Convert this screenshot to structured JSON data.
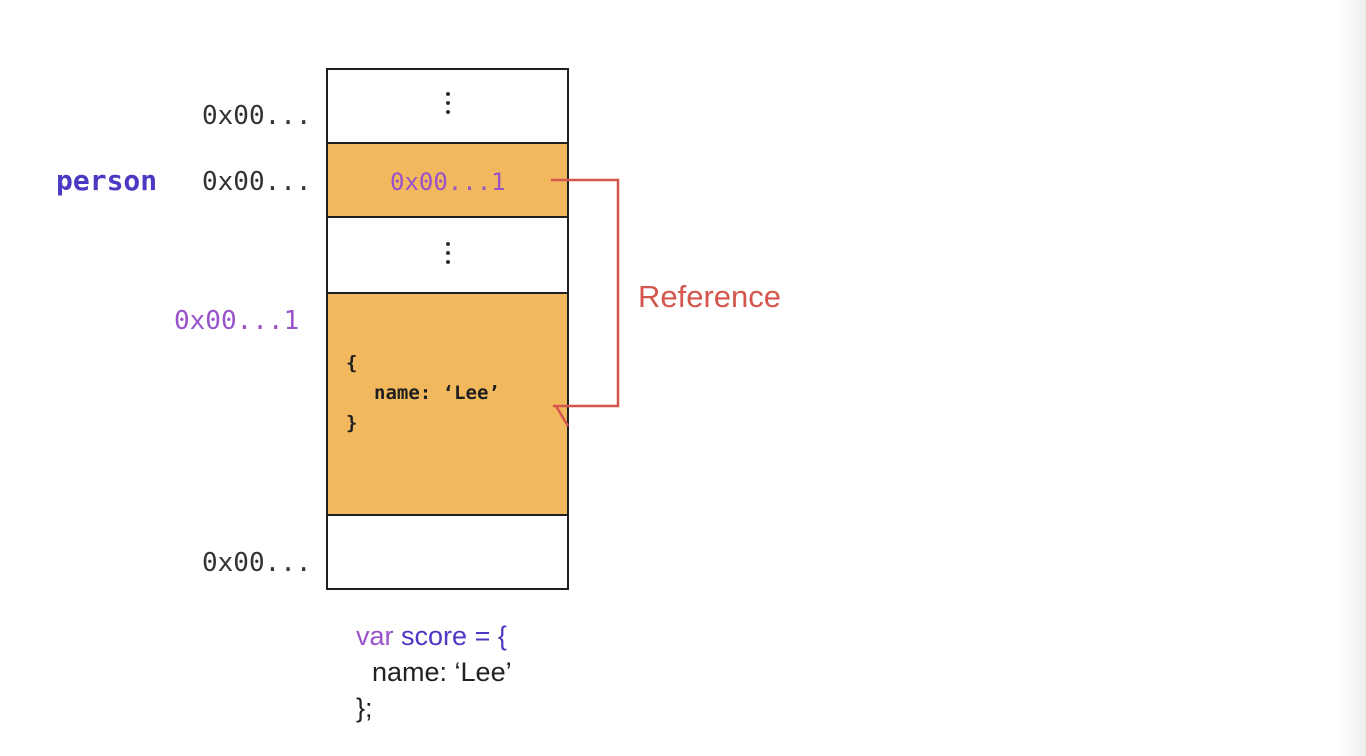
{
  "memory": {
    "addresses": {
      "top": "0x00...",
      "person": "0x00...",
      "object": "0x00...1",
      "bottom": "0x00..."
    },
    "variable_name": "person",
    "person_cell_value": "0x00...1",
    "object_literal": {
      "open": "{",
      "body": "name: ‘Lee’",
      "close": "}"
    }
  },
  "reference_label": "Reference",
  "code_snippet": {
    "keyword": "var",
    "identifier": "score",
    "assign": "= {",
    "line2": "name: ‘Lee’",
    "line3": "};"
  },
  "colors": {
    "cell_fill": "#f2b85d",
    "address_purple": "#9a52c9",
    "variable_blue": "#4b39c4",
    "reference_red": "#d4574e"
  }
}
